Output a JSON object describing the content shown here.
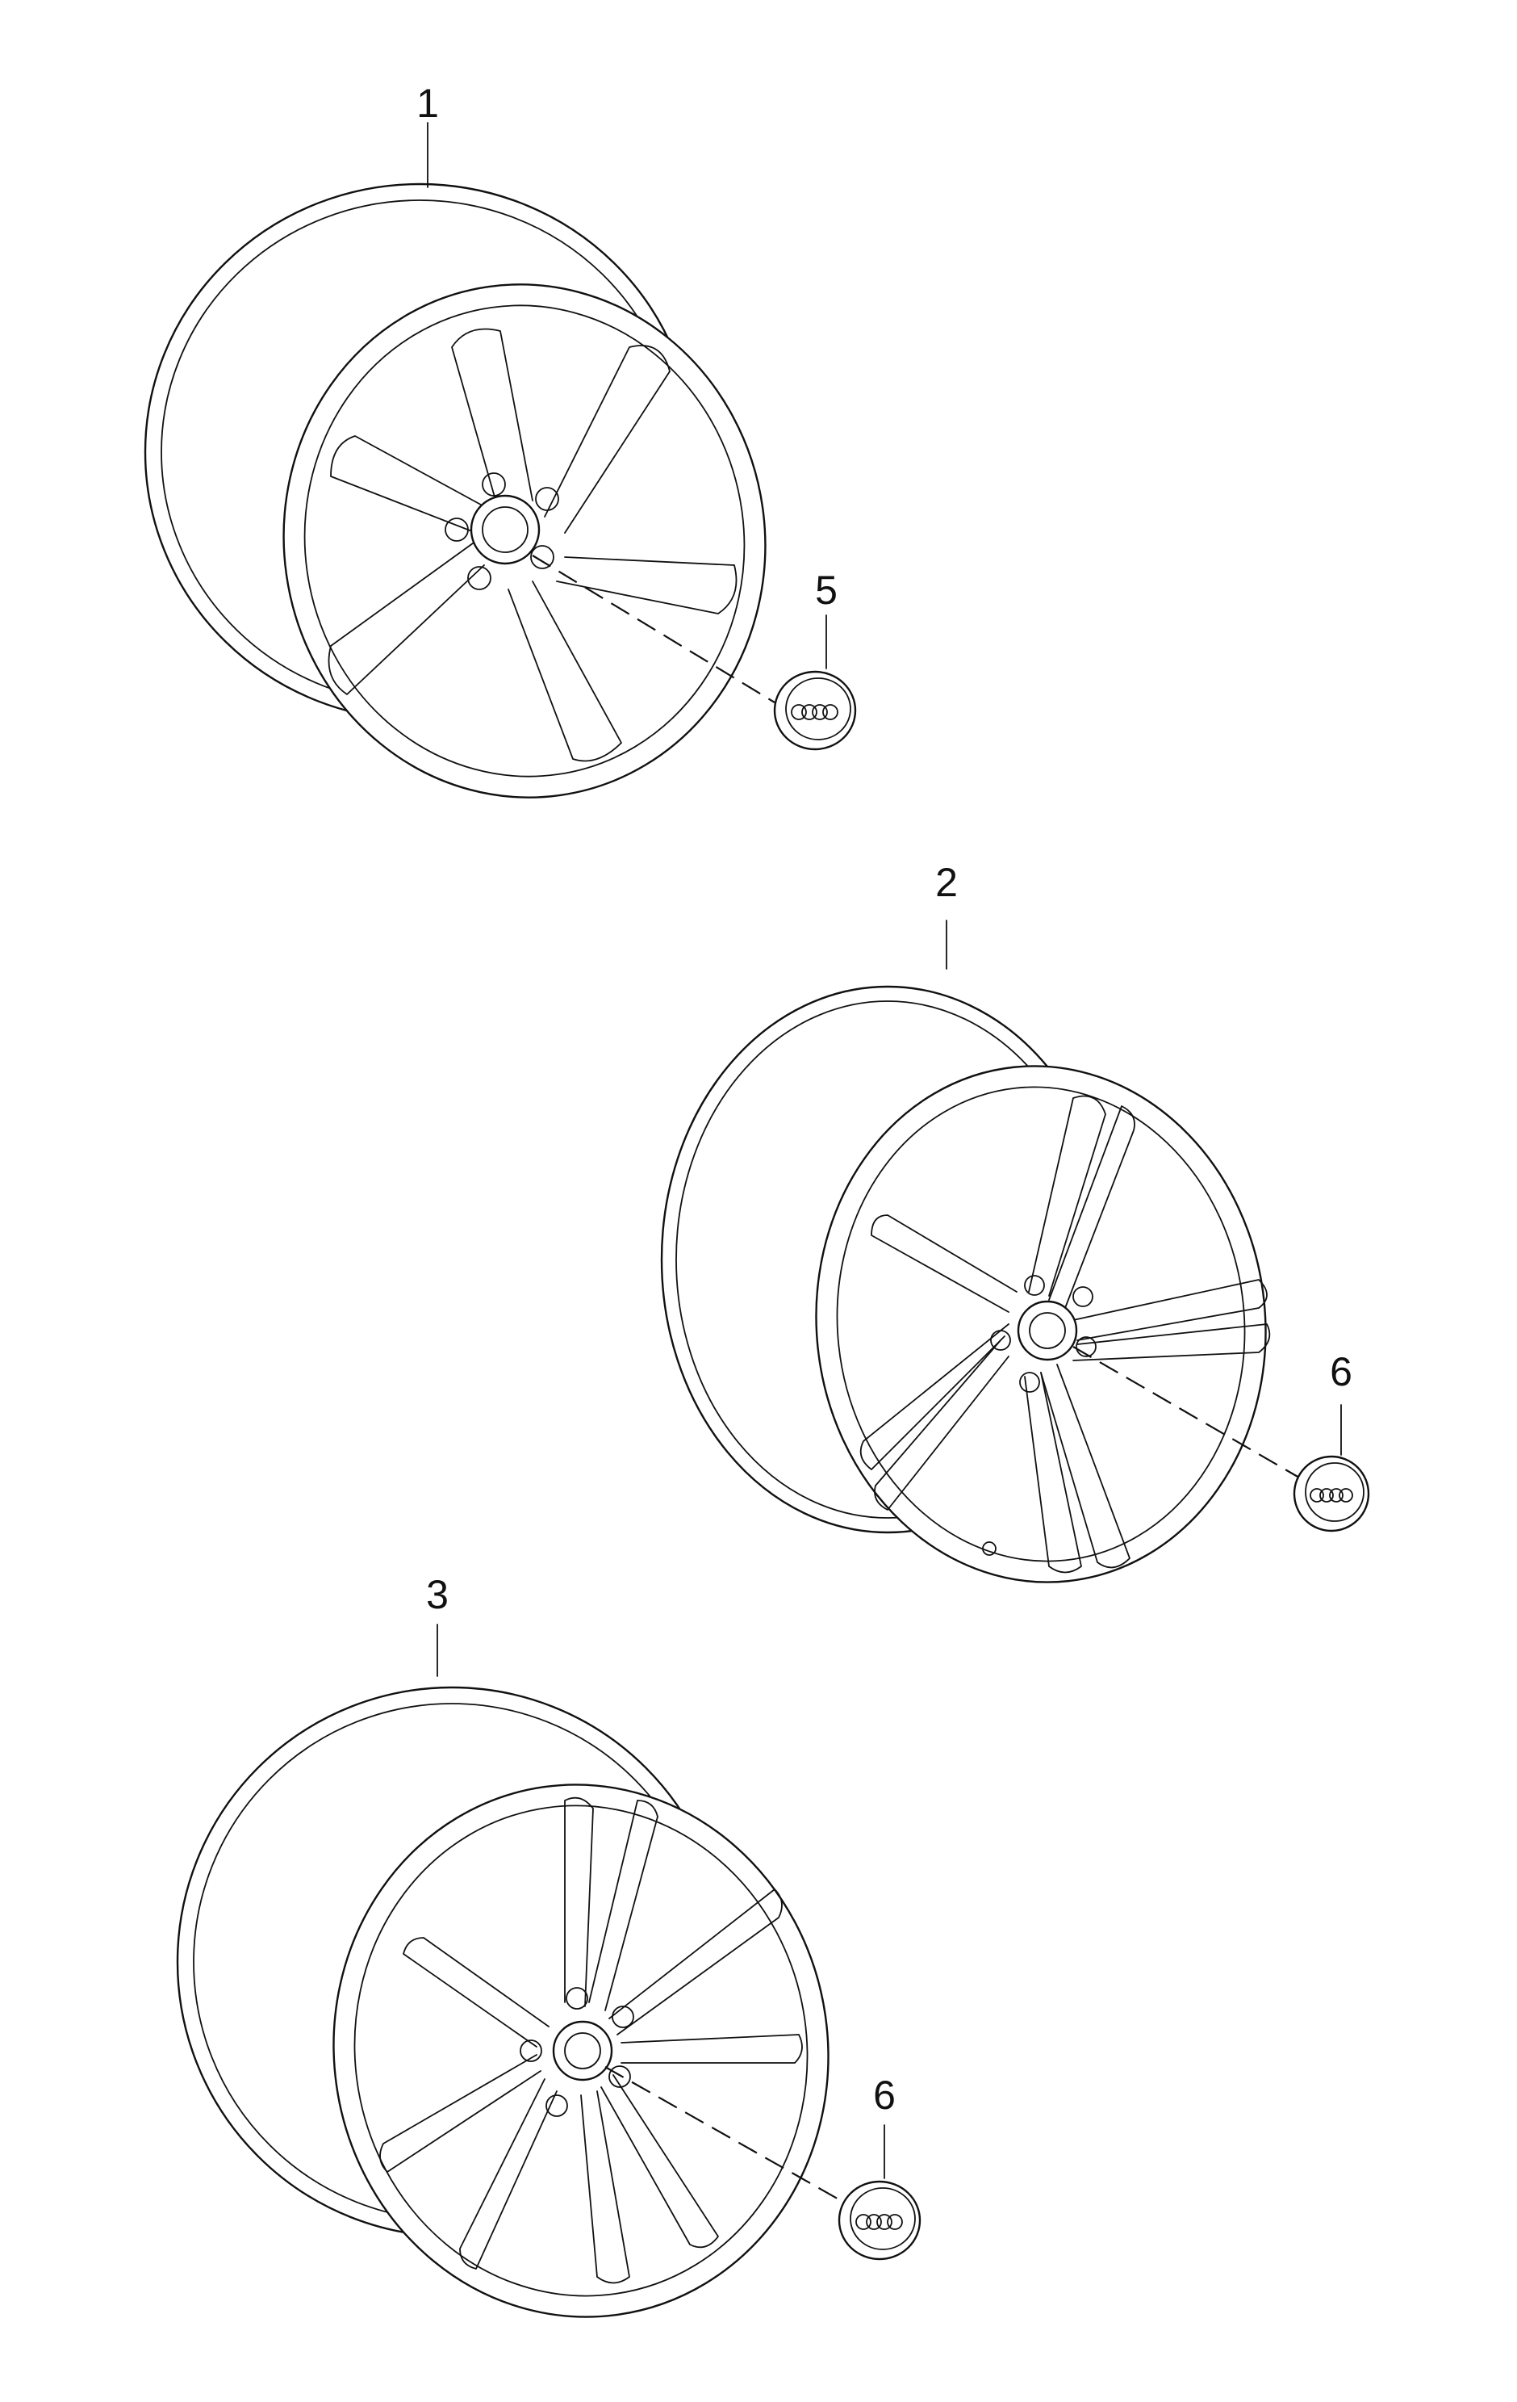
{
  "diagram": {
    "callouts": [
      {
        "id": "c1",
        "label": "1"
      },
      {
        "id": "c2",
        "label": "2"
      },
      {
        "id": "c3",
        "label": "3"
      },
      {
        "id": "c5",
        "label": "5"
      },
      {
        "id": "c6a",
        "label": "6"
      },
      {
        "id": "c6b",
        "label": "6"
      }
    ],
    "parts": [
      {
        "callout": "1",
        "icon": "alloy-wheel-5-spoke-icon"
      },
      {
        "callout": "2",
        "icon": "alloy-wheel-5-double-spoke-icon"
      },
      {
        "callout": "3",
        "icon": "alloy-wheel-7-double-spoke-icon"
      },
      {
        "callout": "5",
        "icon": "wheel-center-cap-icon"
      },
      {
        "callout": "6",
        "icon": "wheel-center-cap-icon"
      },
      {
        "callout": "6",
        "icon": "wheel-center-cap-icon"
      }
    ],
    "line_color": "#111111",
    "background": "#ffffff"
  }
}
